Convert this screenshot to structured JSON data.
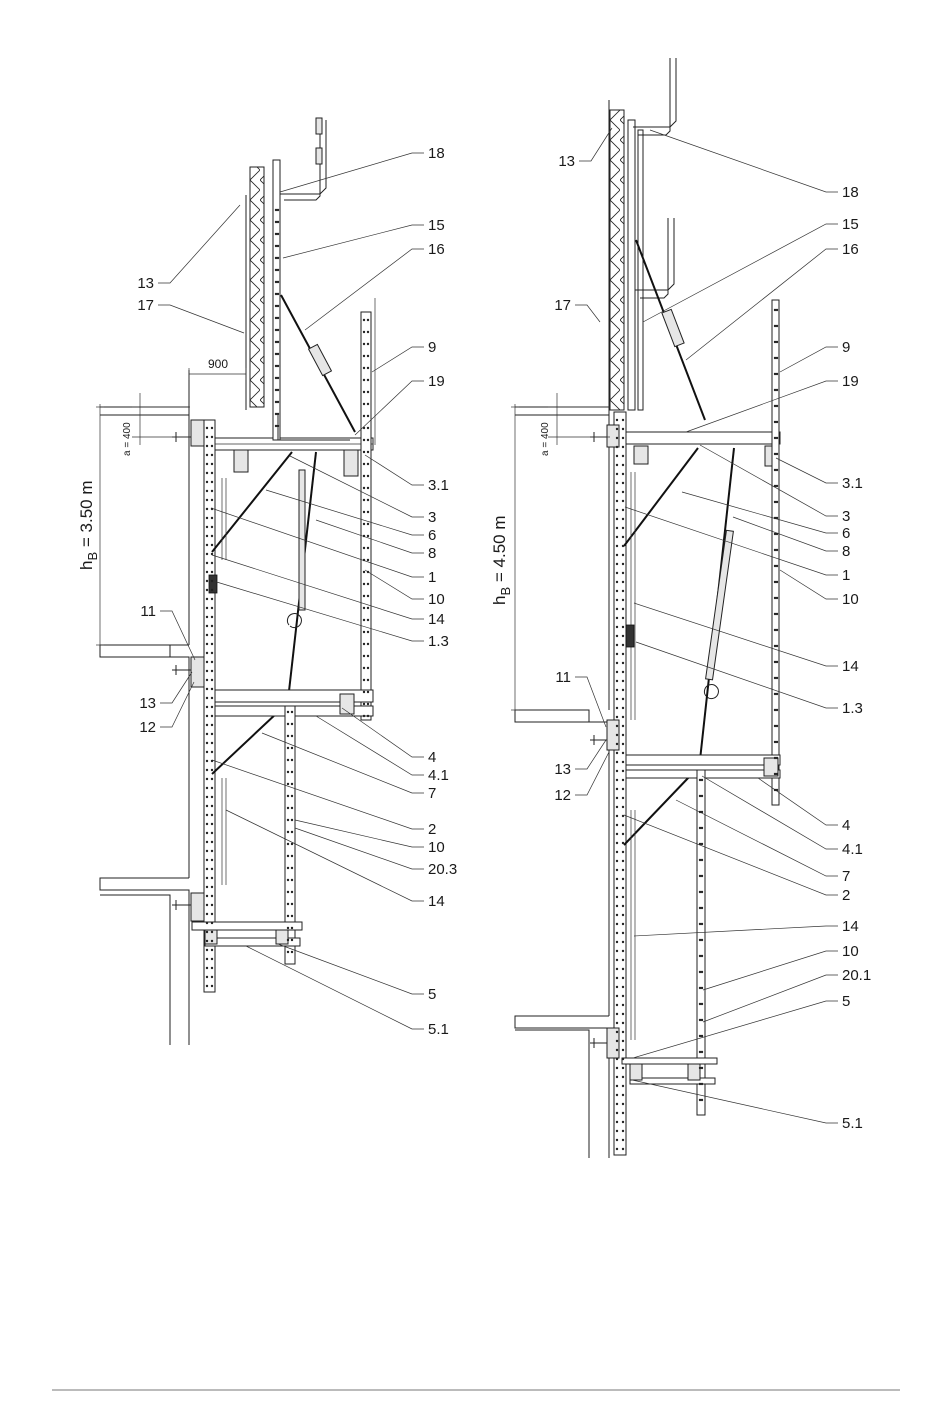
{
  "left_view": {
    "height_label": "h_B = 3.50 m",
    "height_symbol": "h",
    "height_subscript": "B",
    "height_value": " = 3.50 m",
    "dim_a": "a = 400",
    "dim_900": "900",
    "callouts": [
      "18",
      "15",
      "16",
      "13",
      "17",
      "9",
      "19",
      "3.1",
      "3",
      "6",
      "8",
      "1",
      "10",
      "14",
      "1.3",
      "11",
      "13",
      "12",
      "4",
      "4.1",
      "7",
      "2",
      "10",
      "20.3",
      "14",
      "5",
      "5.1"
    ]
  },
  "right_view": {
    "height_label": "h_B = 4.50 m",
    "height_symbol": "h",
    "height_subscript": "B",
    "height_value": " = 4.50 m",
    "dim_a": "a = 400",
    "callouts": [
      "13",
      "18",
      "15",
      "16",
      "17",
      "9",
      "19",
      "3.1",
      "3",
      "6",
      "8",
      "1",
      "10",
      "14",
      "1.3",
      "11",
      "13",
      "12",
      "4",
      "4.1",
      "7",
      "2",
      "14",
      "10",
      "20.1",
      "5",
      "5.1"
    ]
  }
}
